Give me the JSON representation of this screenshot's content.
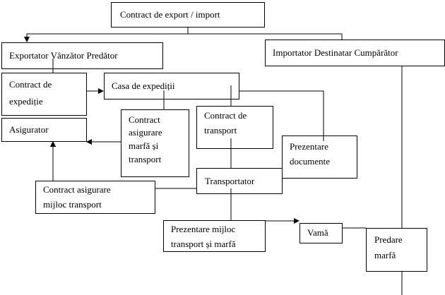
{
  "nodes": {
    "contract_export_import": [
      "Contract de export / import"
    ],
    "exportator": [
      "Exportator Vânzător Predător"
    ],
    "importator": [
      "Importator Destinatar Cumpărător"
    ],
    "contract_expeditie": [
      "Contract de",
      "expediție"
    ],
    "casa_expeditii": [
      "Casa de expediții"
    ],
    "asigurator": [
      "Asigurator"
    ],
    "contract_asigurare_marfa": [
      "Contract",
      "asigurare",
      "marfă și",
      "transport"
    ],
    "contract_transport": [
      "Contract de",
      "transport"
    ],
    "prezentare_documente": [
      "Prezentare",
      "documente"
    ],
    "transportator": [
      "Transportator"
    ],
    "contract_asigurare_mijloc": [
      "Contract asigurare",
      "mijloc transport"
    ],
    "prezentare_mijloc": [
      "Prezentare mijloc",
      "transport și marfă"
    ],
    "vama": [
      "Vamă"
    ],
    "predare_marfa": [
      "Predare",
      "marfă"
    ]
  }
}
